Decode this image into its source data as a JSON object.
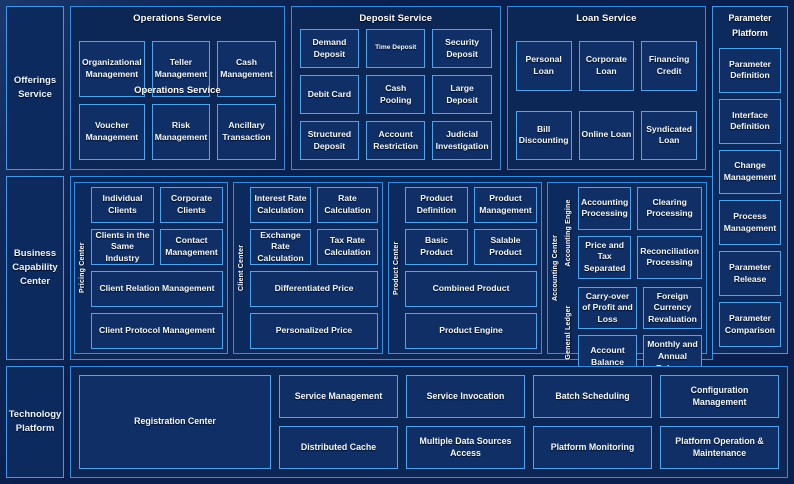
{
  "colors": {
    "background": "#0a1f4d",
    "panel": "#0d2a5e",
    "tile": "#102f66",
    "border": "#2f8fe0",
    "tile_border": "#4aa6ef",
    "text": "#f2f8ff"
  },
  "layers": [
    {
      "label": "Offerings Service"
    },
    {
      "label": "Business Capability Center"
    },
    {
      "label": "Technology Platform"
    }
  ],
  "offerings": {
    "groups": [
      {
        "title": "Operations Service",
        "ghost_title": "Operations Service",
        "tiles": [
          "Organizational Management",
          "Teller Management",
          "Cash Management",
          "Voucher Management",
          "Risk Management",
          "Ancillary Transaction"
        ]
      },
      {
        "title": "Deposit Service",
        "tiles": [
          "Demand Deposit",
          "Time Deposit",
          "Security Deposit",
          "Debit Card",
          "Cash Pooling",
          "Large Deposit",
          "Structured Deposit",
          "Account Restriction",
          "Judicial Investigation"
        ],
        "small_tiles": [
          "Time Deposit"
        ]
      },
      {
        "title": "Loan Service",
        "tiles": [
          "Personal Loan",
          "Corporate Loan",
          "Financing Credit",
          "Bill Discounting",
          "Online Loan",
          "Syndicated Loan"
        ]
      }
    ]
  },
  "parameter_platform": {
    "title": "Parameter Platform",
    "tiles": [
      "Parameter Definition",
      "Interface Definition",
      "Change Management",
      "Process Management",
      "Parameter Release",
      "Parameter Comparison"
    ]
  },
  "business_capability": {
    "centers": [
      {
        "vlabel": "Pricing Center",
        "tiles": [
          {
            "text": "Individual Clients",
            "wide": false
          },
          {
            "text": "Corporate Clients",
            "wide": false
          },
          {
            "text": "Clients in the Same Industry",
            "wide": false
          },
          {
            "text": "Contact Management",
            "wide": false
          },
          {
            "text": "Client Relation Management",
            "wide": true
          },
          {
            "text": "Client Protocol Management",
            "wide": true
          }
        ]
      },
      {
        "vlabel": "Client Center",
        "tiles": [
          {
            "text": "Interest Rate Calculation",
            "wide": false
          },
          {
            "text": "Rate Calculation",
            "wide": false
          },
          {
            "text": "Exchange Rate Calculation",
            "wide": false
          },
          {
            "text": "Tax Rate Calculation",
            "wide": false
          },
          {
            "text": "Differentiated Price",
            "wide": true
          },
          {
            "text": "Personalized Price",
            "wide": true
          }
        ]
      },
      {
        "vlabel": "Product Center",
        "tiles": [
          {
            "text": "Product Definition",
            "wide": false
          },
          {
            "text": "Product Management",
            "wide": false
          },
          {
            "text": "Basic Product",
            "wide": false
          },
          {
            "text": "Salable Product",
            "wide": false
          },
          {
            "text": "Combined Product",
            "wide": true
          },
          {
            "text": "Product Engine",
            "wide": true
          }
        ]
      }
    ],
    "accounting": {
      "vlabel": "Accounting Center",
      "subgroups": [
        {
          "vlabel": "Accounting Engine",
          "tiles": [
            "Accounting Processing",
            "Clearing Processing",
            "Price and Tax Separated",
            "Reconciliation Processing"
          ]
        },
        {
          "vlabel": "General Ledger",
          "tiles": [
            "Carry-over of Profit and Loss",
            "Foreign Currency Revaluation",
            "Account Balance",
            "Monthly and Annual Balance"
          ]
        }
      ]
    }
  },
  "technology_platform": {
    "registration": "Registration Center",
    "tiles": [
      "Service Management",
      "Service Invocation",
      "Batch Scheduling",
      "Configuration Management",
      "Distributed Cache",
      "Multiple Data Sources Access",
      "Platform Monitoring",
      "Platform Operation & Maintenance"
    ]
  }
}
